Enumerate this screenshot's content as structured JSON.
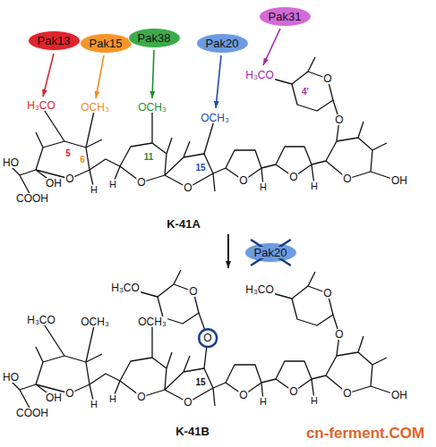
{
  "diagram": {
    "nodes": [
      {
        "text": [
          "Pak31"
        ]
      },
      {
        "text": [
          "Pak13"
        ]
      },
      {
        "text": [
          "Pak15"
        ]
      },
      {
        "text": [
          "Pak38"
        ]
      },
      {
        "text": [
          "Pak20"
        ]
      },
      {
        "text": [
          "Pak20"
        ]
      },
      {
        "text": [
          "O"
        ]
      }
    ],
    "labels": [
      "H₃CO",
      "5",
      "OCH₃",
      "6",
      "OCH₃",
      "11",
      "OCH₃",
      "15",
      "H₃CO",
      "4'",
      "O",
      "O",
      "HO",
      "OH",
      "COOH",
      "O",
      "H",
      "O",
      "H",
      "O",
      "O",
      "H",
      "O",
      "H",
      "O",
      "OH",
      "K-41A",
      "H₃CO",
      "OCH₃",
      "OCH₃",
      "15",
      "H₃CO",
      "O",
      "H₃CO",
      "O",
      "O",
      "HO",
      "OH",
      "COOH",
      "O",
      "H",
      "O",
      "H",
      "O",
      "O",
      "H",
      "O",
      "H",
      "O",
      "OH",
      "K-41B",
      "cn-ferment.COM"
    ]
  }
}
